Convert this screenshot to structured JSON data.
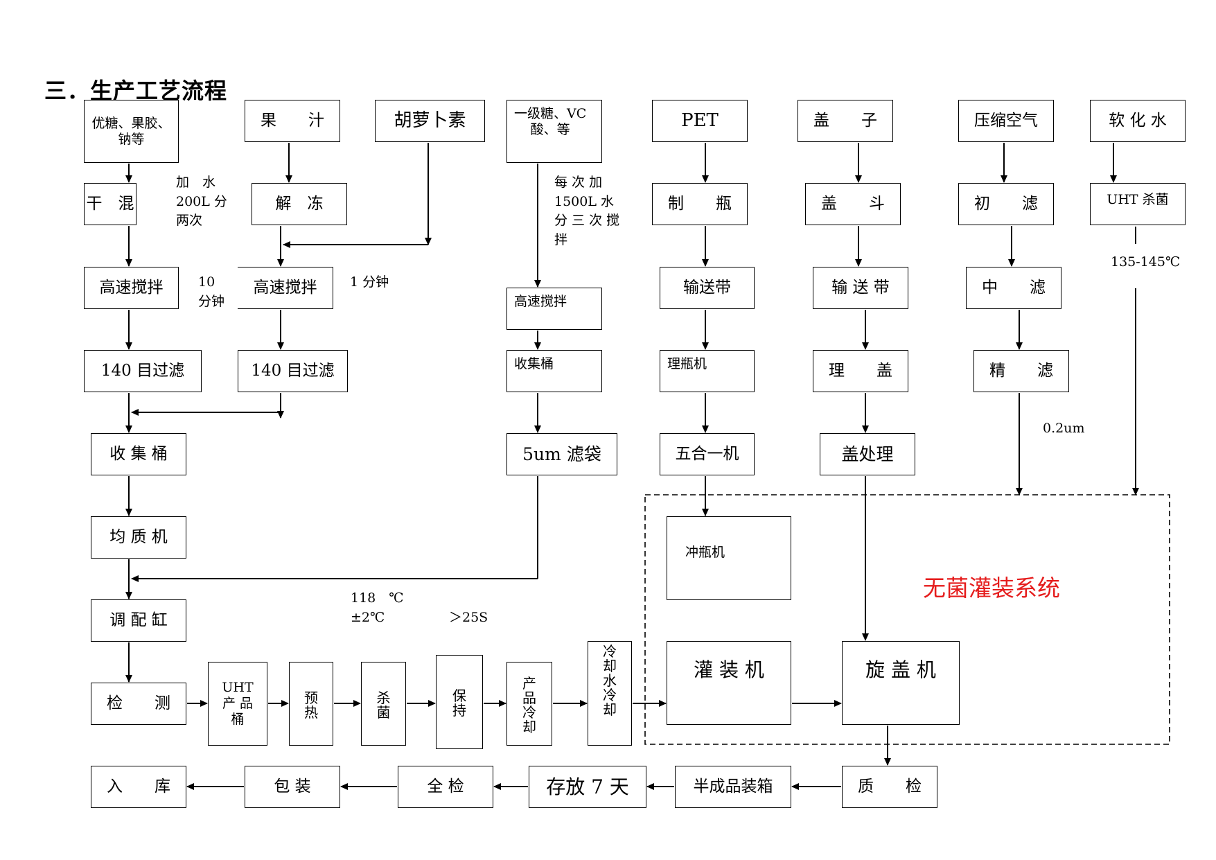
{
  "title": "三．生产工艺流程",
  "nodes": {
    "sugar": "优糖、果胶、\n钠等",
    "juice": "果　　汁",
    "carotene": "胡萝卜素",
    "primary_sugar": "一级糖、VC\n酸、等",
    "pet": "PET",
    "cap": "盖　　子",
    "compressed_air": "压缩空气",
    "soft_water": "软 化 水",
    "dry_mix": "干　混",
    "thaw": "解　冻",
    "bottle_making": "制　　瓶",
    "cap_hopper": "盖　　斗",
    "prefilter": "初　　滤",
    "uht_sterilize": "UHT 杀菌",
    "hs_mix_1": "高速搅拌",
    "hs_mix_2": "高速搅拌",
    "hs_mix_3": "高速搅拌",
    "conveyor_1": "输送带",
    "conveyor_2": "输 送 带",
    "mid_filter": "中　　滤",
    "filter_140_1": "140 目过滤",
    "filter_140_2": "140 目过滤",
    "collect_tank_3": "收集桶",
    "bottle_sorter": "理瓶机",
    "cap_sorter": "理　　盖",
    "fine_filter": "精　　滤",
    "collect_tank": "收 集 桶",
    "filter_bag": "5um 滤袋",
    "five_in_one": "五合一机",
    "cap_treatment": "盖处理",
    "homogenizer": "均 质 机",
    "rinser": "冲瓶机",
    "mixing_vat": "调 配 缸",
    "filler": "灌 装 机",
    "capper": "旋 盖 机",
    "inspection": "检　　测",
    "uht_tank": "UHT\n产 品\n桶",
    "preheat": "预\n热",
    "sterilize": "杀\n菌",
    "hold": "保\n持",
    "product_cool": "产\n品\n冷\n却",
    "cooling_water": "冷\n却\n水\n冷\n却",
    "qc": "质　　检",
    "semi_boxing": "半成品装箱",
    "store_7d": "存放 7 天",
    "full_check": "全 检",
    "packing": "包 装",
    "warehouse": "入　　库"
  },
  "labels": {
    "add_water": "加　水\n200L 分\n两次",
    "ten_min": "10\n分钟",
    "one_min": "1 分钟",
    "add_1500": "每 次 加\n1500L 水\n分 三 次 搅\n拌",
    "temp_range": "135-145℃",
    "micron": "0.2um",
    "temp_118": "118　℃\n±2℃",
    "time_25": "＞25S"
  },
  "aseptic_system": "无菌灌装系统",
  "colors": {
    "line": "#000000",
    "highlight": "#e51c1c"
  }
}
